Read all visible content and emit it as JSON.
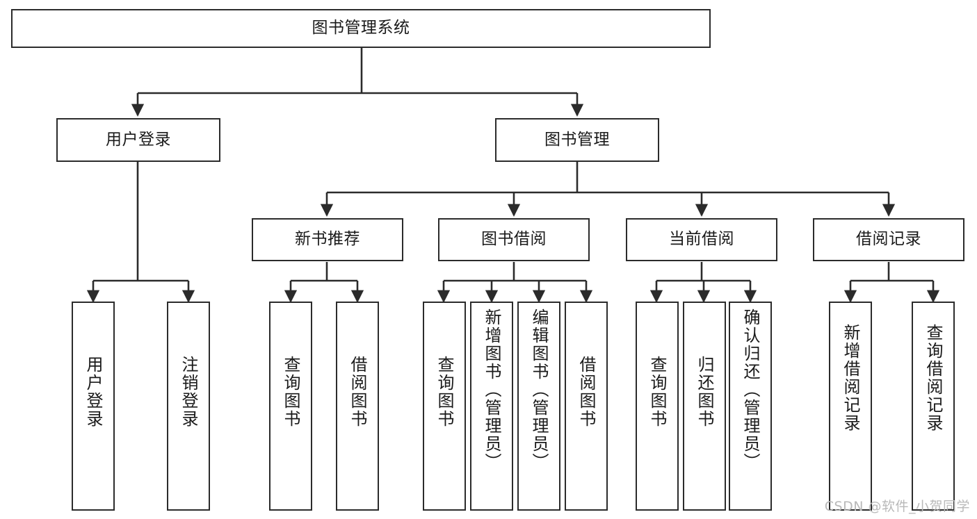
{
  "diagram": {
    "type": "tree-hierarchy",
    "title": "图书管理系统",
    "watermark": "CSDN @软件_小贺同学",
    "colors": {
      "box_border": "#2b2b2b",
      "box_fill": "#ffffff",
      "edge": "#2b2b2b",
      "text": "#1a1a1a",
      "watermark": "#b9b9b9",
      "background": "#ffffff"
    },
    "nodes": {
      "root": {
        "label": "图书管理系统",
        "level": 1
      },
      "l2": [
        {
          "id": "user-login",
          "label": "用户登录"
        },
        {
          "id": "book-manage",
          "label": "图书管理"
        }
      ],
      "l3": [
        {
          "id": "new-book-recommend",
          "label": "新书推荐",
          "parent": "book-manage"
        },
        {
          "id": "book-borrow",
          "label": "图书借阅",
          "parent": "book-manage"
        },
        {
          "id": "current-borrow",
          "label": "当前借阅",
          "parent": "book-manage"
        },
        {
          "id": "borrow-record",
          "label": "借阅记录",
          "parent": "book-manage"
        }
      ],
      "leaves": {
        "user-login": [
          {
            "id": "leaf-user-login",
            "label": "用户登录"
          },
          {
            "id": "leaf-user-logout",
            "label": "注销登录"
          }
        ],
        "new-book-recommend": [
          {
            "id": "leaf-query-book-1",
            "label": "查询图书"
          },
          {
            "id": "leaf-borrow-book-1",
            "label": "借阅图书"
          }
        ],
        "book-borrow": [
          {
            "id": "leaf-query-book-2",
            "label": "查询图书"
          },
          {
            "id": "leaf-add-book",
            "label": "新增图书（管理员）"
          },
          {
            "id": "leaf-edit-book",
            "label": "编辑图书（管理员）"
          },
          {
            "id": "leaf-borrow-book-2",
            "label": "借阅图书"
          }
        ],
        "current-borrow": [
          {
            "id": "leaf-query-book-3",
            "label": "查询图书"
          },
          {
            "id": "leaf-return-book",
            "label": "归还图书"
          },
          {
            "id": "leaf-confirm-return",
            "label": "确认归还（管理员）"
          }
        ],
        "borrow-record": [
          {
            "id": "leaf-add-record",
            "label": "新增借阅记录"
          },
          {
            "id": "leaf-query-record",
            "label": "查询借阅记录"
          }
        ]
      }
    }
  }
}
